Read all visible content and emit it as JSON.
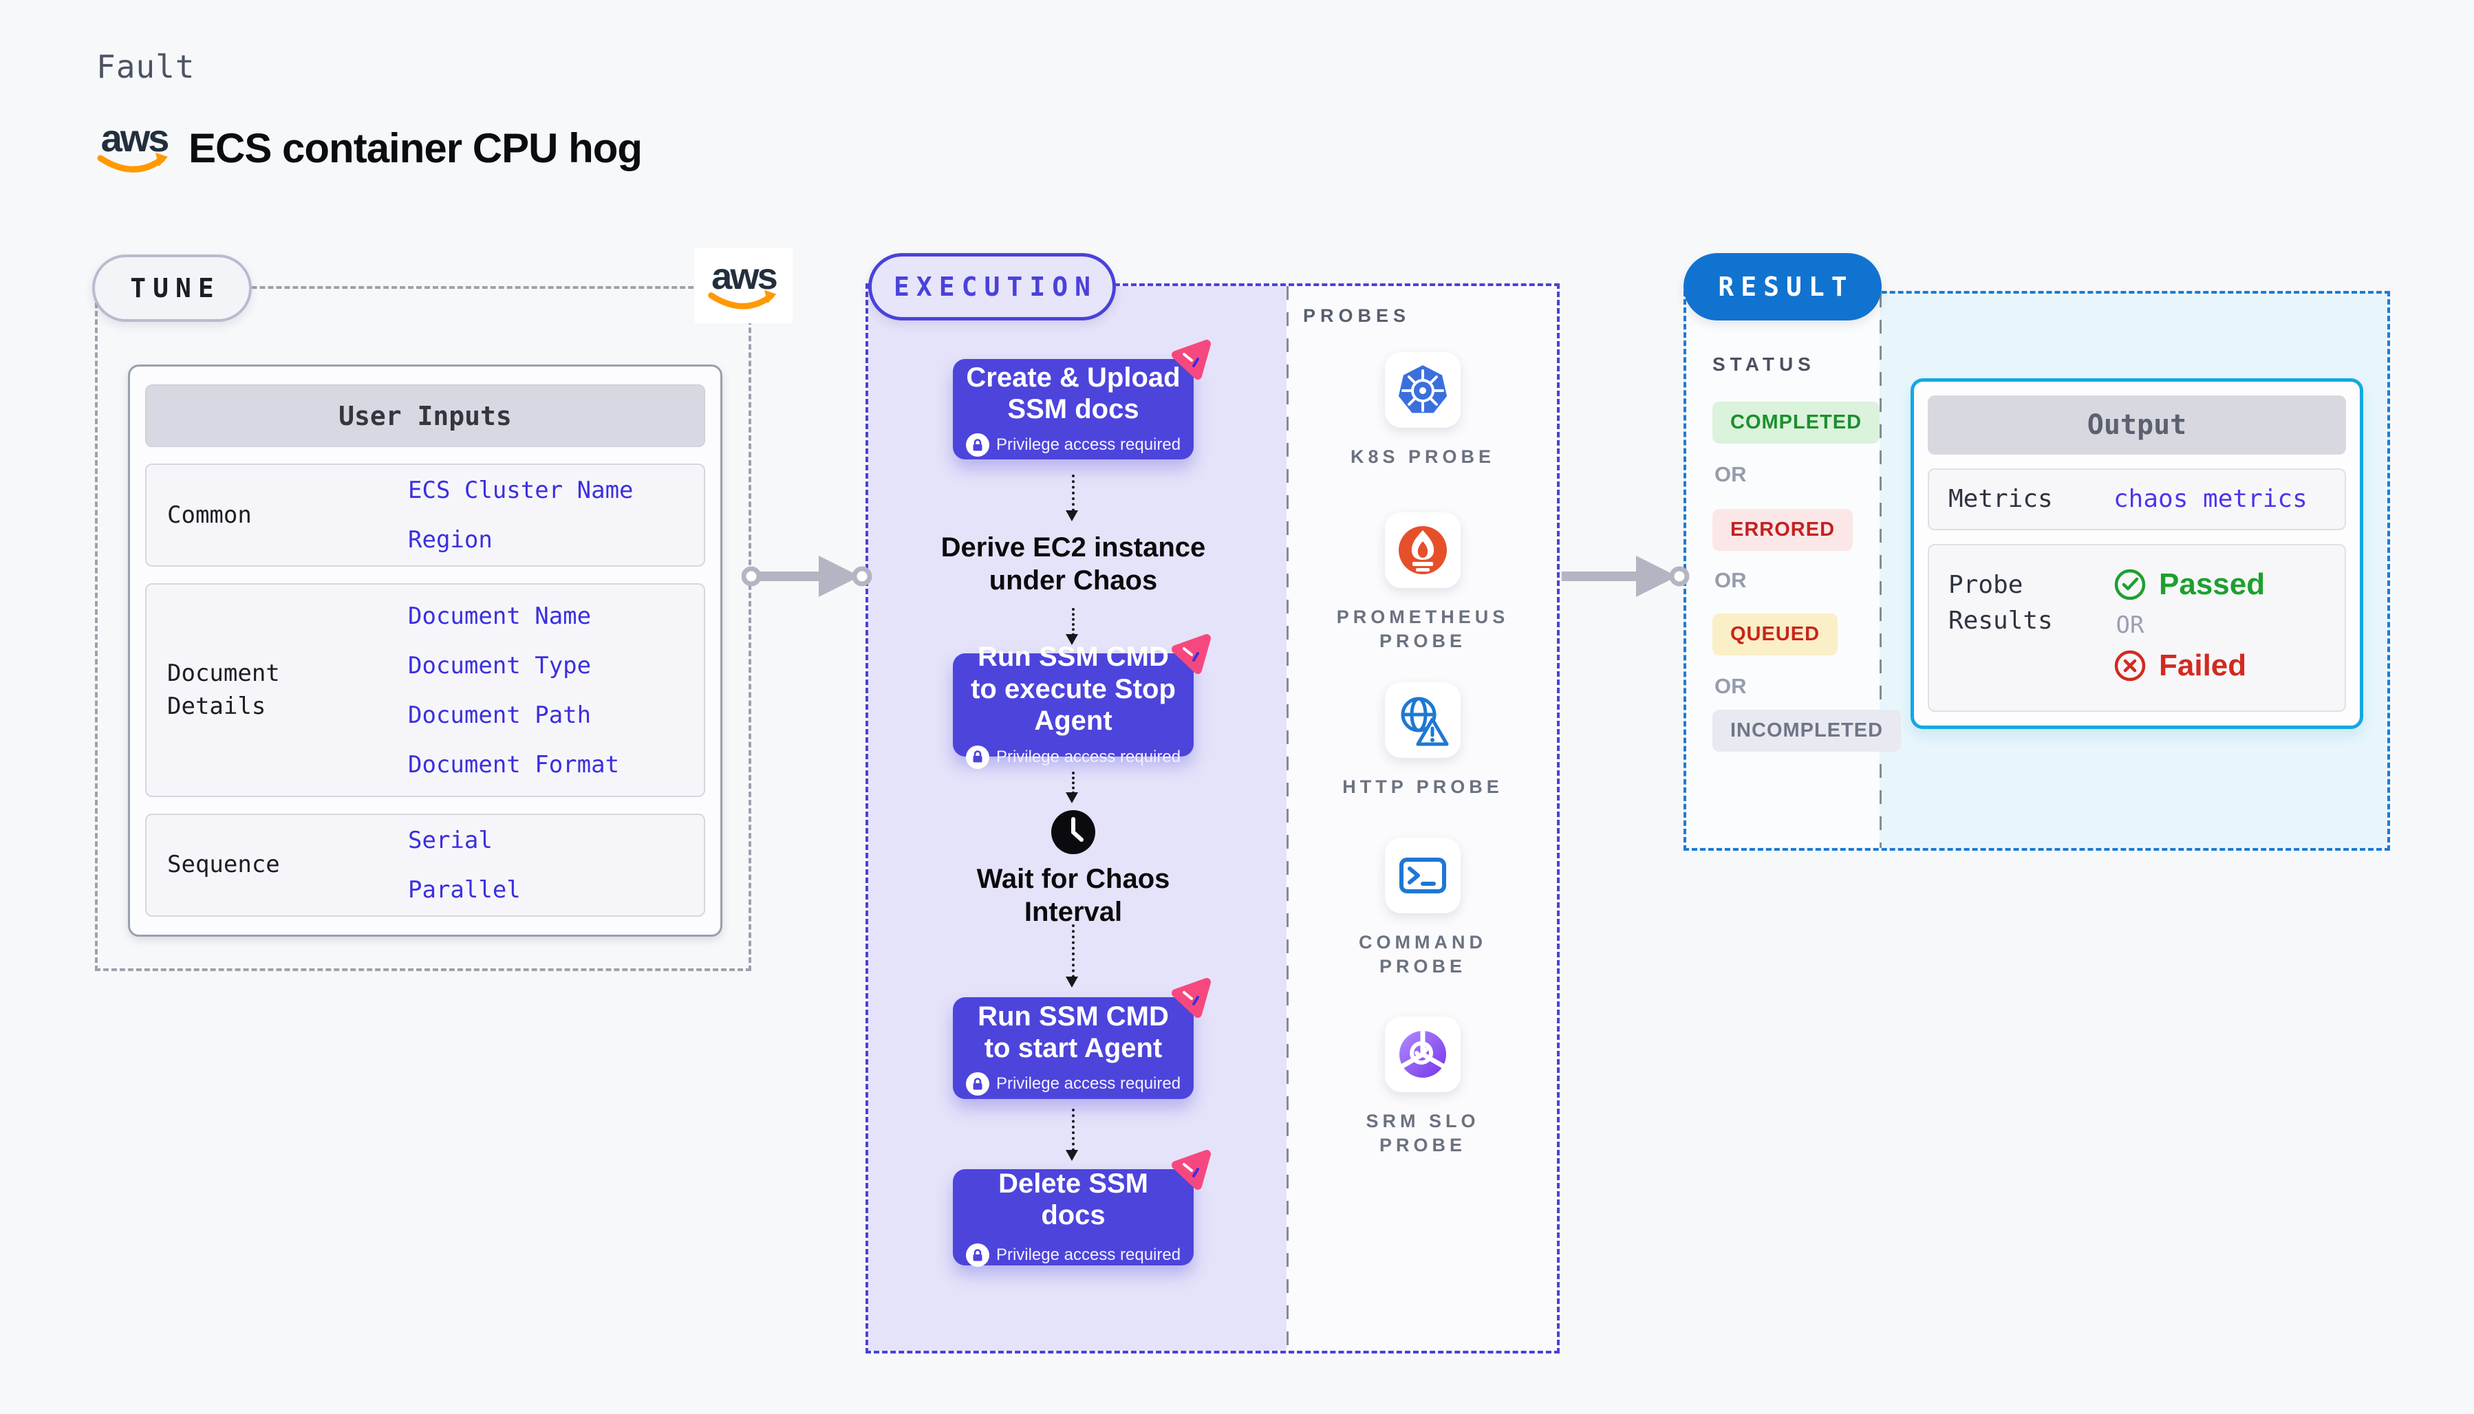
{
  "colors": {
    "page_bg": "#F7F8FA",
    "accent_indigo": "#4A42D8",
    "step_purple": "#4D44DC",
    "lavender_panel": "#E5E3F9",
    "pink_badge": "#F6487F",
    "result_blue": "#1173D0",
    "result_dash_border": "#1B7CD4",
    "cyan_panel": "#E8F6FC",
    "output_border": "#14A8E2",
    "passed_green": "#1DA02E",
    "failed_red": "#D32A1F",
    "aws_orange": "#FF9900",
    "gray_dash_border": "#9CA2AE",
    "value_indigo": "#3B2FE0"
  },
  "header": {
    "eyebrow": "Fault",
    "title": "ECS container CPU hog",
    "aws_logo": "aws"
  },
  "tune": {
    "badge": "TUNE",
    "aws_logo": "aws",
    "user_inputs": {
      "header": "User Inputs",
      "rows": [
        {
          "label": "Common",
          "values": [
            "ECS Cluster Name",
            "Region"
          ]
        },
        {
          "label": "Document Details",
          "values": [
            "Document Name",
            "Document Type",
            "Document Path",
            "Document Format"
          ]
        },
        {
          "label": "Sequence",
          "values": [
            "Serial",
            "Parallel"
          ]
        }
      ]
    }
  },
  "execution": {
    "badge": "EXECUTION",
    "steps": {
      "step1": {
        "title": "Create & Upload SSM docs",
        "note": "Privilege access required"
      },
      "derive": {
        "title": "Derive EC2 instance under Chaos"
      },
      "step2": {
        "title": "Run SSM CMD to execute Stop Agent",
        "note": "Privilege access required"
      },
      "wait": {
        "title": "Wait for Chaos Interval"
      },
      "step3": {
        "title": "Run SSM CMD to start Agent",
        "note": "Privilege access required"
      },
      "step4": {
        "title": "Delete SSM docs",
        "note": "Privilege access required"
      }
    },
    "probes": {
      "label": "PROBES",
      "items": [
        {
          "name": "K8S PROBE",
          "icon": "kubernetes-icon"
        },
        {
          "name": "PROMETHEUS PROBE",
          "icon": "prometheus-icon"
        },
        {
          "name": "HTTP PROBE",
          "icon": "http-globe-warning-icon"
        },
        {
          "name": "COMMAND PROBE",
          "icon": "terminal-icon"
        },
        {
          "name": "SRM SLO PROBE",
          "icon": "slo-pie-check-icon"
        }
      ]
    }
  },
  "result": {
    "badge": "RESULT",
    "status": {
      "label": "STATUS",
      "or": "OR",
      "items": [
        {
          "label": "COMPLETED"
        },
        {
          "label": "ERRORED"
        },
        {
          "label": "QUEUED"
        },
        {
          "label": "INCOMPLETED"
        }
      ]
    },
    "output": {
      "header": "Output",
      "metrics": {
        "label": "Metrics",
        "value": "chaos metrics"
      },
      "probe_results": {
        "label": "Probe Results",
        "passed": "Passed",
        "or": "OR",
        "failed": "Failed"
      }
    }
  }
}
